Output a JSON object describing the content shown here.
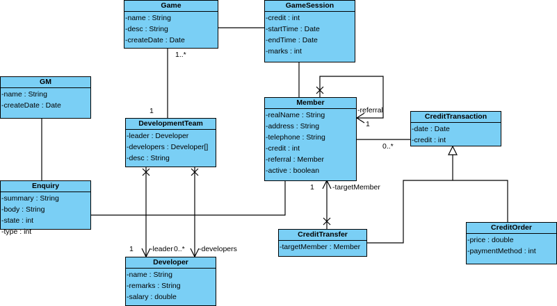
{
  "diagram": {
    "type": "UML class diagram",
    "classes": {
      "game": {
        "name": "Game",
        "attributes": [
          "-name : String",
          "-desc : String",
          "-createDate : Date"
        ]
      },
      "gamesession": {
        "name": "GameSession",
        "attributes": [
          "-credit : int",
          "-startTime : Date",
          "-endTime : Date",
          "-marks : int"
        ]
      },
      "gm": {
        "name": "GM",
        "attributes": [
          "-name : String",
          "-createDate : Date"
        ]
      },
      "devteam": {
        "name": "DevelopmentTeam",
        "attributes": [
          "-leader : Developer",
          "-developers : Developer[]",
          "-desc : String"
        ]
      },
      "member": {
        "name": "Member",
        "attributes": [
          "-realName : String",
          "-address : String",
          "-telephone : String",
          "-credit : int",
          "-referral : Member",
          "-active : boolean"
        ]
      },
      "credittransaction": {
        "name": "CreditTransaction",
        "attributes": [
          "-date : Date",
          "-credit : int"
        ]
      },
      "enquiry": {
        "name": "Enquiry",
        "attributes": [
          "-summary : String",
          "-body : String",
          "-state : int",
          "-type : int"
        ]
      },
      "developer": {
        "name": "Developer",
        "attributes": [
          "-name : String",
          "-remarks : String",
          "-salary : double"
        ]
      },
      "credittransfer": {
        "name": "CreditTransfer",
        "attributes": [
          "-targetMember : Member"
        ]
      },
      "creditorder": {
        "name": "CreditOrder",
        "attributes": [
          "-price : double",
          "-paymentMethod : int"
        ]
      }
    },
    "labels": {
      "game_mult": "1..*",
      "devteam_mult": "1",
      "referral_role": "-referral",
      "referral_mult": "1",
      "transaction_mult": "0..*",
      "target_mult": "1",
      "target_role": "-targetMember",
      "leader_mult": "1",
      "leader_role": "-leader",
      "developers_mult": "0..*",
      "developers_role": "-developers"
    },
    "relationships": [
      {
        "from": "Game",
        "to": "GameSession",
        "kind": "association"
      },
      {
        "from": "Game",
        "to": "DevelopmentTeam",
        "kind": "association",
        "from_mult": "1..*",
        "to_mult": "1"
      },
      {
        "from": "GameSession",
        "to": "Member",
        "kind": "association"
      },
      {
        "from": "Member",
        "to": "Member",
        "kind": "navigable association",
        "role": "-referral",
        "mult": "1"
      },
      {
        "from": "Member",
        "to": "CreditTransaction",
        "kind": "association",
        "to_mult": "0..*"
      },
      {
        "from": "GM",
        "to": "Enquiry",
        "kind": "association"
      },
      {
        "from": "Enquiry",
        "to": "Member",
        "kind": "association"
      },
      {
        "from": "DevelopmentTeam",
        "to": "Developer",
        "kind": "navigable association",
        "role": "-leader",
        "mult": "1"
      },
      {
        "from": "DevelopmentTeam",
        "to": "Developer",
        "kind": "navigable association",
        "role": "-developers",
        "mult": "0..*"
      },
      {
        "from": "CreditTransfer",
        "to": "Member",
        "kind": "navigable association",
        "role": "-targetMember",
        "mult": "1"
      },
      {
        "from": "CreditTransfer",
        "to": "CreditTransaction",
        "kind": "generalization"
      },
      {
        "from": "CreditOrder",
        "to": "CreditTransaction",
        "kind": "generalization"
      }
    ],
    "colors": {
      "class_fill": "#7acff5",
      "border": "#000000",
      "line": "#000000"
    }
  }
}
